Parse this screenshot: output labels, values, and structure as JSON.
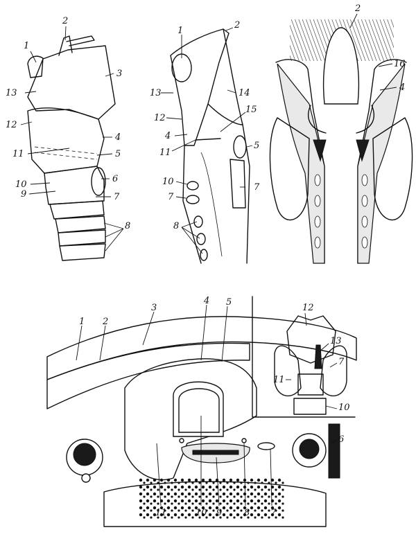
{
  "figures": {
    "larynx_lateral": {
      "labels": [
        "1",
        "2",
        "3",
        "13",
        "12",
        "4",
        "11",
        "5",
        "10",
        "6",
        "9",
        "7",
        "8"
      ]
    },
    "larynx_sagittal": {
      "labels": [
        "1",
        "2",
        "13",
        "14",
        "12",
        "15",
        "4",
        "5",
        "11",
        "10",
        "7",
        "7",
        "8"
      ]
    },
    "larynx_coronal": {
      "labels": [
        "2",
        "16",
        "4"
      ]
    },
    "neck_cross_section": {
      "labels": [
        "1",
        "2",
        "3",
        "4",
        "5",
        "6",
        "7",
        "8",
        "9",
        "10",
        "11"
      ]
    },
    "thyroid_inset": {
      "labels": [
        "12",
        "13",
        "7",
        "11",
        "10"
      ]
    }
  }
}
